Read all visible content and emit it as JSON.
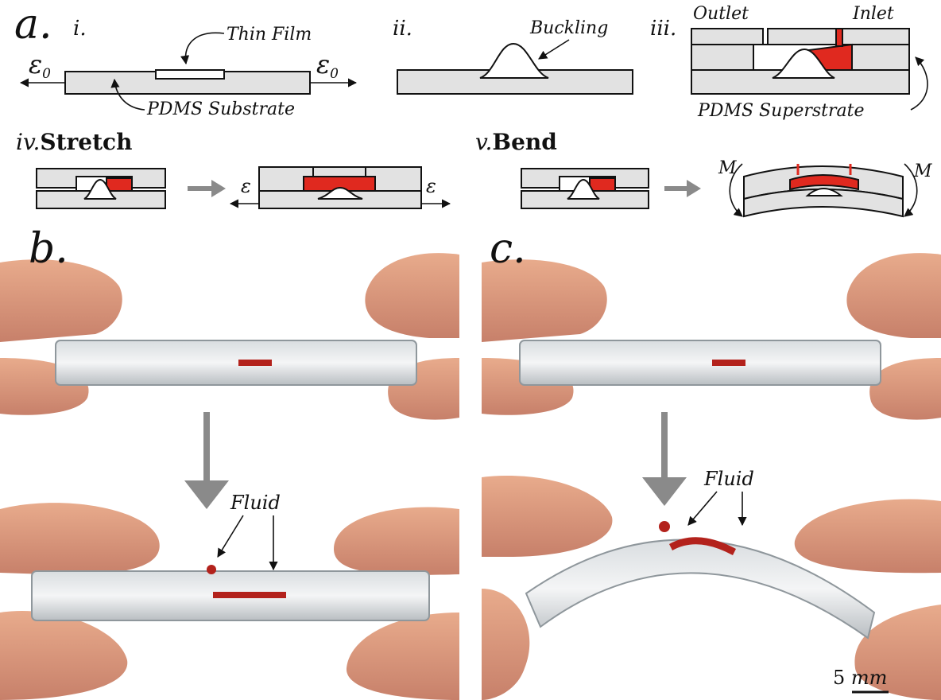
{
  "panels": {
    "a": {
      "letter": "a.",
      "steps": {
        "i": {
          "numeral": "i.",
          "thin_film": "Thin Film",
          "substrate": "PDMS Substrate",
          "strain_symbol": "ε",
          "strain_subscript": "0"
        },
        "ii": {
          "numeral": "ii.",
          "buckling": "Buckling"
        },
        "iii": {
          "numeral": "iii.",
          "outlet": "Outlet",
          "inlet": "Inlet",
          "superstrate": "PDMS Superstrate"
        },
        "iv": {
          "numeral": "iv.",
          "title": "Stretch",
          "strain_symbol": "ε"
        },
        "v": {
          "numeral": "v.",
          "title": "Bend",
          "moment_symbol": "M"
        }
      }
    },
    "b": {
      "letter": "b.",
      "fluid_label": "Fluid"
    },
    "c": {
      "letter": "c.",
      "fluid_label": "Fluid",
      "scale_value": "5",
      "scale_unit": "mm"
    }
  },
  "colors": {
    "red_fluid": "#e0291f",
    "gray_pdms": "#e2e2e2",
    "arrow_gray": "#8a8a8a",
    "skin": "#d9987a"
  }
}
